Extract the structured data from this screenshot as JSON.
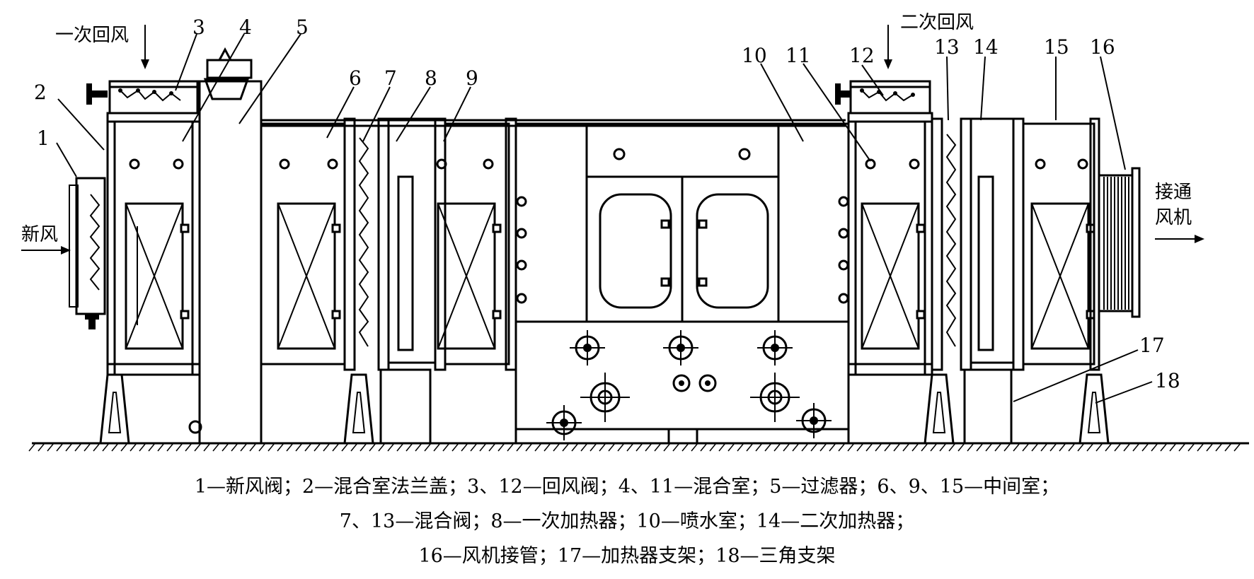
{
  "labels": {
    "primary_return": "一次回风",
    "secondary_return": "二次回风",
    "fresh_air": "新风",
    "to_fan_1": "接通",
    "to_fan_2": "风机",
    "n1": "1",
    "n2": "2",
    "n3": "3",
    "n4": "4",
    "n5": "5",
    "n6": "6",
    "n7": "7",
    "n8": "8",
    "n9": "9",
    "n10": "10",
    "n11": "11",
    "n12": "12",
    "n13": "13",
    "n14": "14",
    "n15": "15",
    "n16": "16",
    "n17": "17",
    "n18": "18"
  },
  "caption": {
    "line1": "1—新风阀；2—混合室法兰盖；3、12—回风阀；4、11—混合室；5—过滤器；6、9、15—中间室；",
    "line2": "7、13—混合阀；8—一次加热器；10—喷水室；14—二次加热器；",
    "line3": "16—风机接管；17—加热器支架；18—三角支架"
  }
}
